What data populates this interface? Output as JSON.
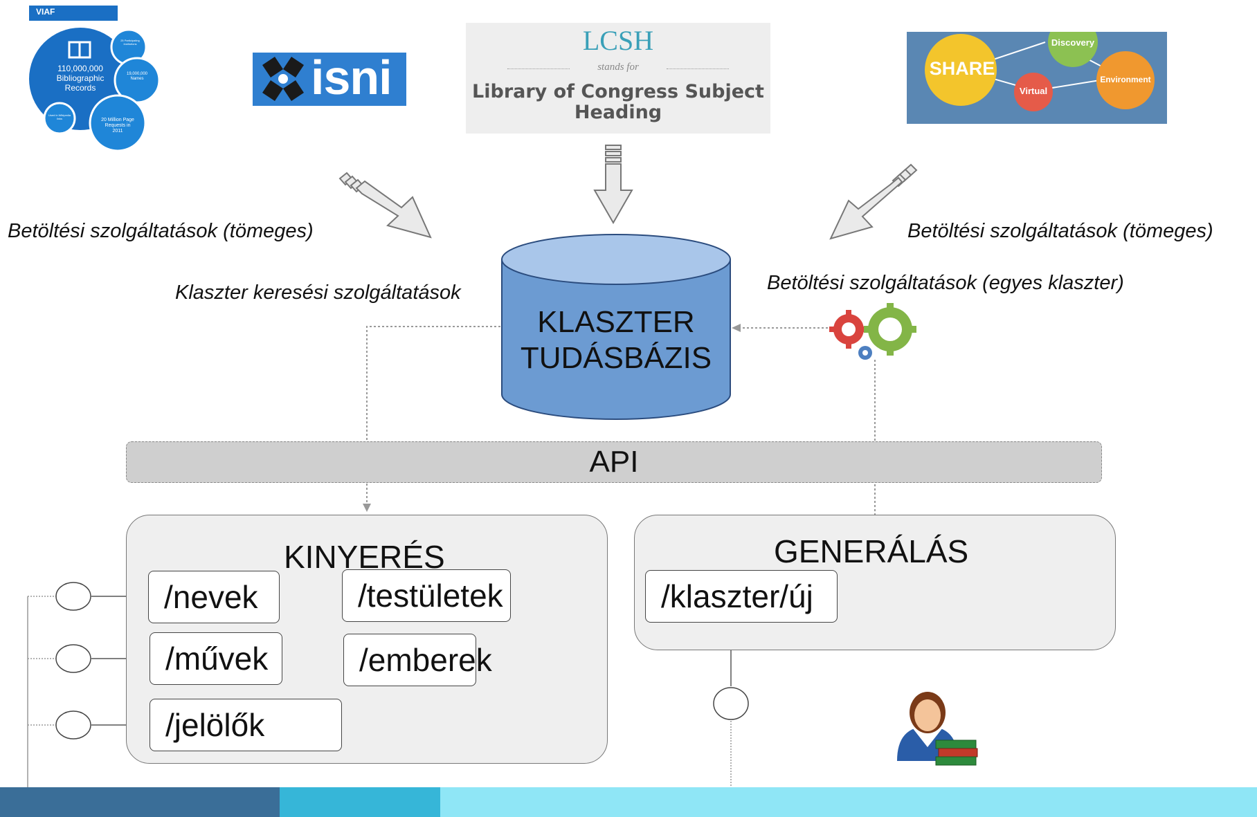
{
  "logos": {
    "viaf": {
      "badge": "VIAF",
      "main_circle": "110,000,000 Bibliographic Records",
      "circle_institutions": "25 Participating Institutions",
      "circle_names": "19,000,000 Names",
      "circle_requests": "20 Million Page Requests in 2011",
      "circle_wikipedia": "Used in Wikipedia links"
    },
    "isni": {
      "text": "isni"
    },
    "lcsh": {
      "abbr": "LCSH",
      "stands_for": "stands for",
      "full_line1": "Library of Congress Subject",
      "full_line2": "Heading"
    },
    "share": {
      "share": "SHARE",
      "discovery": "Discovery",
      "virtual": "Virtual",
      "environment": "Environment"
    }
  },
  "labels": {
    "bulk_left": "Betöltési szolgáltatások (tömeges)",
    "bulk_right": "Betöltési szolgáltatások (tömeges)",
    "cluster_search": "Klaszter keresési szolgáltatások",
    "single_cluster": "Betöltési szolgáltatások (egyes klaszter)"
  },
  "database": {
    "line1": "KLASZTER",
    "line2": "TUDÁSBÁZIS"
  },
  "api": {
    "label": "API"
  },
  "extraction": {
    "title": "KINYERÉS",
    "endpoints": {
      "nevek": "/nevek",
      "muvek": "/művek",
      "jelolok": "/jelölők",
      "testuletek": "/testületek",
      "emberek": "/emberek"
    }
  },
  "generation": {
    "title": "GENERÁLÁS",
    "endpoints": {
      "uj": "/klaszter/új"
    }
  },
  "colors": {
    "db_fill": "#6c9bd2",
    "db_top": "#a9c6ea",
    "viaf_blue": "#1a6fc4",
    "isni_blue": "#2f7fd0",
    "band_dark": "#3a6e98",
    "band_mid": "#36b6d8",
    "band_light": "#8fe6f6"
  },
  "icons": [
    "gears-icon",
    "librarian-icon",
    "arrow-down-right-icon",
    "arrow-down-icon",
    "arrow-down-left-icon"
  ]
}
